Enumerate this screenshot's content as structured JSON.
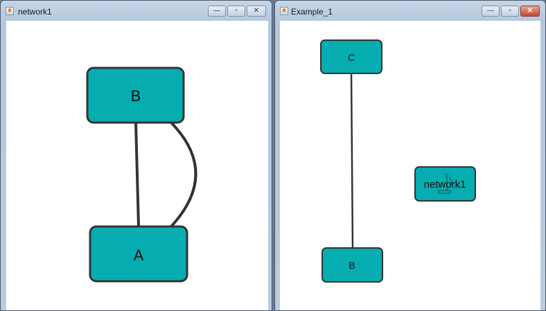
{
  "windows": [
    {
      "title": "network1",
      "buttons": {
        "minimize": "—",
        "maximize": "▫",
        "close": "✕"
      }
    },
    {
      "title": "Example_1",
      "buttons": {
        "minimize": "—",
        "maximize": "▫",
        "close": "✕"
      }
    }
  ],
  "graph_left": {
    "nodes": [
      "B",
      "A"
    ],
    "edges": [
      [
        "B",
        "A"
      ],
      [
        "B",
        "A"
      ]
    ]
  },
  "graph_right": {
    "nodes": [
      "C",
      "B",
      "network1"
    ],
    "edges": [
      [
        "C",
        "B"
      ]
    ]
  },
  "colors": {
    "node_fill": "#05acb0",
    "node_stroke": "#333333",
    "edge": "#333333"
  }
}
